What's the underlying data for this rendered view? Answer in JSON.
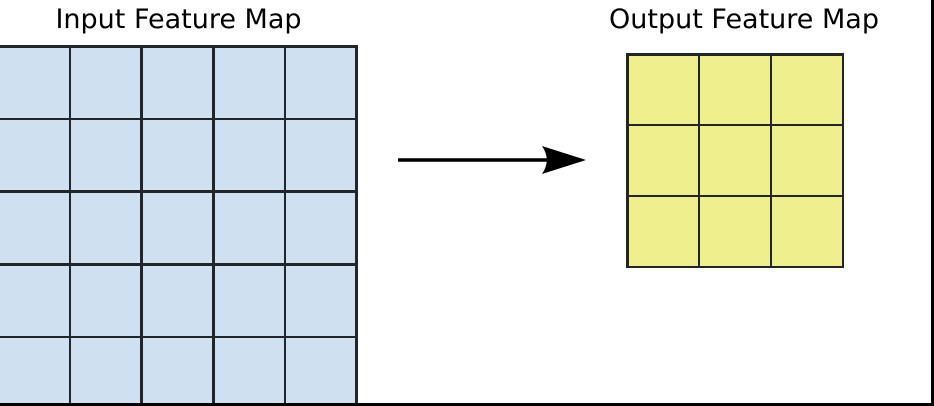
{
  "page": {
    "background": "#ffffff",
    "frame_color": "#000000"
  },
  "input_map": {
    "title": "Input Feature Map",
    "rows": 5,
    "cols": 5,
    "cell_color": "#cfe0f0",
    "line_color": "#22262b"
  },
  "output_map": {
    "title": "Output Feature Map",
    "rows": 3,
    "cols": 3,
    "cell_color": "#f0ef8e",
    "line_color": "#22262b"
  },
  "arrow": {
    "direction": "right",
    "color": "#000000"
  }
}
